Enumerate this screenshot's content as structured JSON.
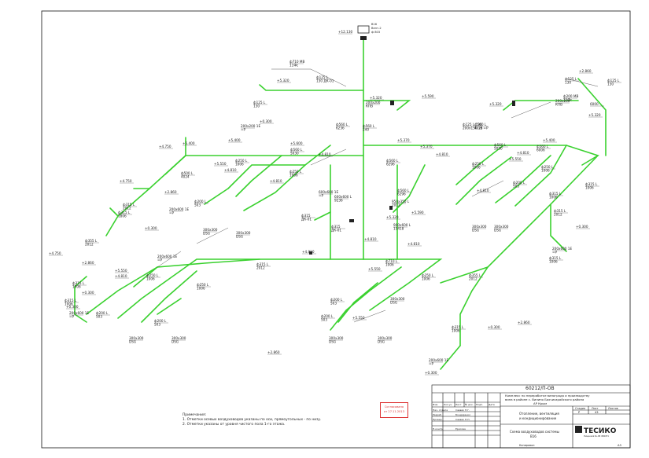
{
  "sheet": {
    "code": "60212/П-ОВ",
    "project_title": "Комплекс по переработке винограда и производству вина в районе с. Вилино Бахчисарайского района АР Крым",
    "section_title": "Отопление, вентиляция и кондиционирование",
    "drawing_title": "Схема воздуховодов системы В16",
    "company": "ТЕСИКО",
    "stage_label": "Стадия",
    "sheet_label": "Лист",
    "sheets_label": "Листов",
    "stage": "Р",
    "sheet_no": "43",
    "size": "А3",
    "copied_by": "Копировал",
    "company_sub": "Лицензия № АВ 484471",
    "header_cols": [
      "Изм.",
      "Кол.уч",
      "Лист",
      "№ док.",
      "Подп.",
      "Дата"
    ],
    "roles": [
      {
        "role": "Нач. отдела",
        "name": "Саввах Н.Г."
      },
      {
        "role": "Разраб.",
        "name": "Бондаренко"
      },
      {
        "role": "Провер.",
        "name": "Саввах Н.П."
      },
      {
        "role": "",
        "name": ""
      },
      {
        "role": "Н.контр.",
        "name": "Ерисова"
      }
    ]
  },
  "notes": {
    "heading": "Примечания:",
    "lines": [
      "1. Отметки осевых воздуховодов указаны по оси, прямоугольных - по низу.",
      "2. Отметки указаны от уровня чистого пола 1-го этажа."
    ]
  },
  "stamp": {
    "line1": "Согласовано",
    "line2": "от 27.11.2013"
  },
  "top_unit": {
    "label": "В16",
    "line2": "Вент-2",
    "line3": "ф 803"
  },
  "labels": [
    "+12.130",
    "+5.320",
    "ф710 МВ 11Фс",
    "ф125 L 130 ДК-01",
    "ф125 L 130",
    "+0.300",
    "200x200 1Е =Р",
    "+5.320",
    "200x200 КПВ",
    "+5.590",
    "ф560 L 6236",
    "ф560 L 240",
    "+5.400",
    "+4.750",
    "+5.400",
    "+5.600",
    "ф560 L 5030",
    "+5.370",
    "+4.810",
    "ф500 L 4024",
    "+4.750",
    "+2.860",
    "ф315 L 2012",
    "200x600 1Е =Р",
    "+0.300",
    "ф315 L 1806",
    "ф250 L 1006",
    "+5.550",
    "+4.810",
    "+4.810",
    "ф200 L 503",
    "ф250 L 1006",
    "300x300 DSG",
    "300x300 DSG",
    "600x600 L 9236",
    "ф560 L 6296",
    "600x600 1Е =Р",
    "ф560 L 6296",
    "+5.370",
    "+4.810",
    "ф315 ДК-01",
    "950x350 L 2012",
    "+5.320",
    "ф315 ДК-01",
    "900x600 L 15418",
    "+5.590",
    "+4.810",
    "ф355 L 2012",
    "+4.750",
    "+2.860",
    "ф315 L 1006",
    "ф250 L 1006",
    "200x600 1Е =Р",
    "+0.300",
    "ф315 L 1006",
    "+0.300",
    "+5.550",
    "+4.810",
    "200x600 1Е =Р",
    "ф200 L 503",
    "ф250 L 1006",
    "ф200 L 503",
    "300x300 DSG",
    "300x300 DSG",
    "ф315 L 2012",
    "+4.810",
    "ф710 L 1006",
    "+5.550",
    "+4.810",
    "ф250 L 1006",
    "ф200 L 503",
    "300x300 DSG",
    "ф200 L 503",
    "+5.550",
    "300x300 DSG",
    "300x300 DSG",
    "ф355 L 2012",
    "+2.860",
    "ф315 L 1006",
    "+0.300",
    "ф315 L 1006",
    "200x600 1Е =Р",
    "+0.300",
    "+2.860",
    "ф125 L 130",
    "ф125 L 130",
    "ф200 МВ 11Фс",
    "+5.320",
    "200x200 КПВ",
    "6000",
    "+5.320",
    "ф125 L 130 200x150 1Е =Р",
    "ф560 L 5030",
    "ф560 L 6006",
    "ф560 L 4024",
    "+5.400",
    "+4.810",
    "+5.550",
    "ф250 L 1006",
    "ф250 L 1006",
    "+4.810",
    "ф200 L 503",
    "300x300 DSG",
    "300x300 DSG",
    "ф315 L 1006",
    "ф315 L 2012",
    "+0.300",
    "200x600 1Е =Р",
    "ф315 L 1006",
    "+2.860"
  ]
}
